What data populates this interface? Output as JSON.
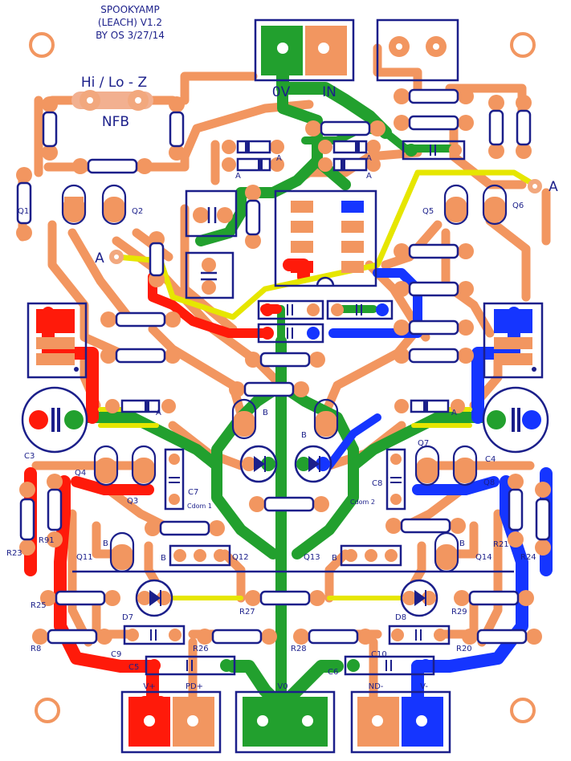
{
  "title": {
    "line1": "SPOOKYAMP",
    "line2": "(LEACH) V1.2",
    "line3": "BY OS 3/27/14"
  },
  "labels": {
    "hi_lo_z": "Hi / Lo - Z",
    "nfb": "NFB",
    "zero_v": "0V",
    "in": "IN",
    "a": "A",
    "b": "B",
    "vplus": "V+",
    "pdplus": "PD+",
    "v0": "V0",
    "ndminus": "ND-",
    "vminus": "V-",
    "cdom1": "Cdom 1",
    "cdom2": "Cdom 2"
  },
  "refdes": {
    "q1": "Q1",
    "q2": "Q2",
    "q3": "Q3",
    "q4": "Q4",
    "q5": "Q5",
    "q6": "Q6",
    "q7": "Q7",
    "q8": "Q8",
    "q11": "Q11",
    "q12": "Q12",
    "q13": "Q13",
    "q14": "Q14",
    "c3": "C3",
    "c4": "C4",
    "c5": "C5",
    "c6": "C6",
    "c7": "C7",
    "c8": "C8",
    "c9": "C9",
    "c10": "C10",
    "d7": "D7",
    "d8": "D8",
    "r8": "R8",
    "r20": "R20",
    "r21": "R21",
    "r23": "R23",
    "r24": "R24",
    "r25": "R25",
    "r26": "R26",
    "r27": "R27",
    "r28": "R28",
    "r29": "R29",
    "r91": "R91"
  },
  "colors": {
    "copper_top": "#f29660",
    "ground": "#22a02e",
    "vplus_rail": "#ff1a0a",
    "vminus_rail": "#1535ff",
    "jumper": "#e6e600",
    "silkscreen": "#1b1f8a"
  }
}
